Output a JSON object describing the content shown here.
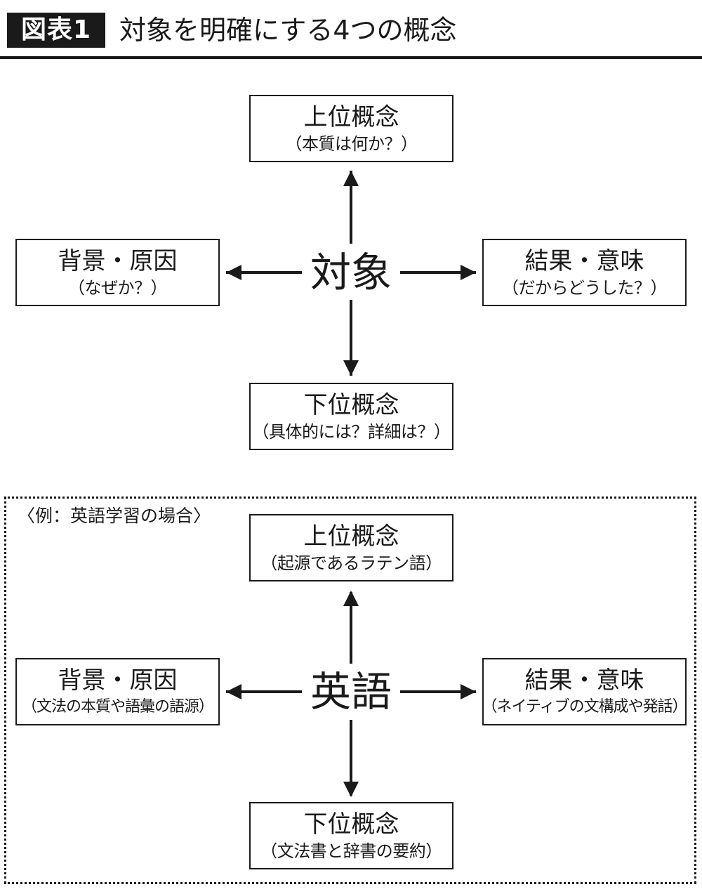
{
  "header": {
    "figure_label": "図表1",
    "title": "対象を明確にする4つの概念"
  },
  "diagram_general": {
    "center": "対象",
    "top": {
      "main": "上位概念",
      "sub": "（本質は何か？）"
    },
    "left": {
      "main": "背景・原因",
      "sub": "（なぜか？）"
    },
    "right": {
      "main": "結果・意味",
      "sub": "（だからどうした？）"
    },
    "bottom": {
      "main": "下位概念",
      "sub": "（具体的には？詳細は？）"
    }
  },
  "diagram_example": {
    "label": "〈例：英語学習の場合〉",
    "center": "英語",
    "top": {
      "main": "上位概念",
      "sub": "（起源であるラテン語）"
    },
    "left": {
      "main": "背景・原因",
      "sub": "（文法の本質や語彙の語源）"
    },
    "right": {
      "main": "結果・意味",
      "sub": "（ネイティブの文構成や発話）"
    },
    "bottom": {
      "main": "下位概念",
      "sub": "（文法書と辞書の要約）"
    }
  }
}
